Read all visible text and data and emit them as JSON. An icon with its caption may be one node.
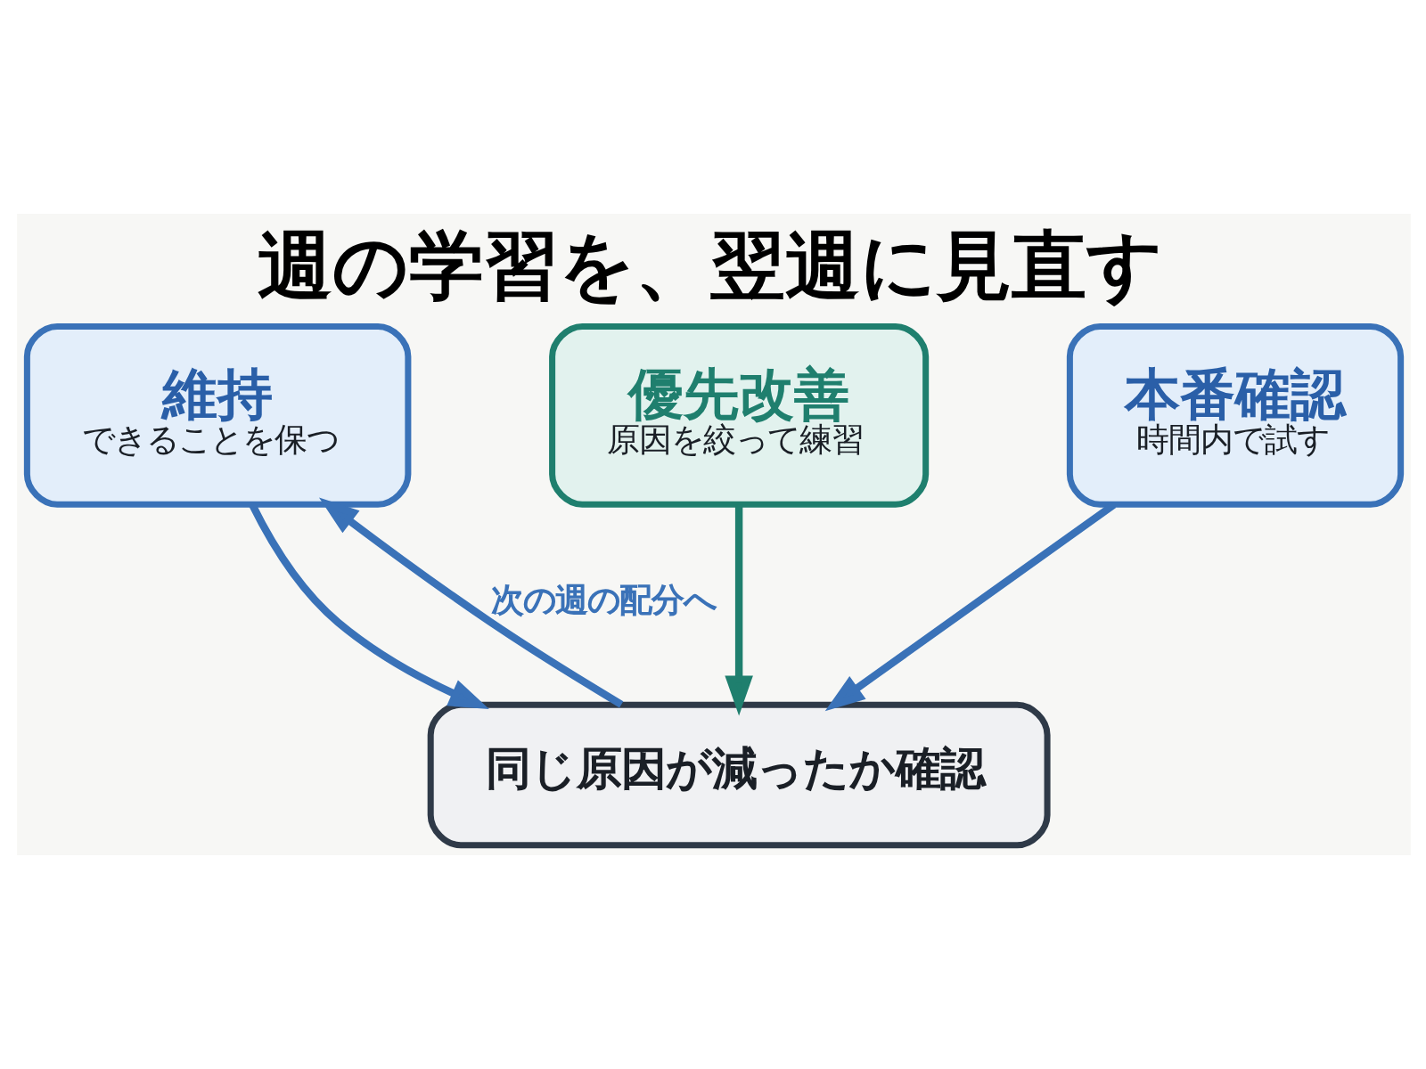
{
  "diagram": {
    "title": "週の学習を、翌週に見直す",
    "nodes": [
      {
        "text": [
          "維持",
          "できることを保つ"
        ]
      },
      {
        "text": [
          "優先改善",
          "原因を絞って練習"
        ]
      },
      {
        "text": [
          "本番確認",
          "時間内で試す"
        ]
      },
      {
        "text": [
          "同じ原因が減ったか確認"
        ]
      }
    ],
    "edges": [
      {
        "from": 0,
        "to": 3,
        "arrow": "to"
      },
      {
        "from": 1,
        "to": 3,
        "arrow": "to",
        "color": "#1f7f6e"
      },
      {
        "from": 2,
        "to": 3,
        "arrow": "to"
      },
      {
        "from": 3,
        "to": 0,
        "arrow": "to",
        "label": "次の週の配分へ"
      }
    ]
  }
}
